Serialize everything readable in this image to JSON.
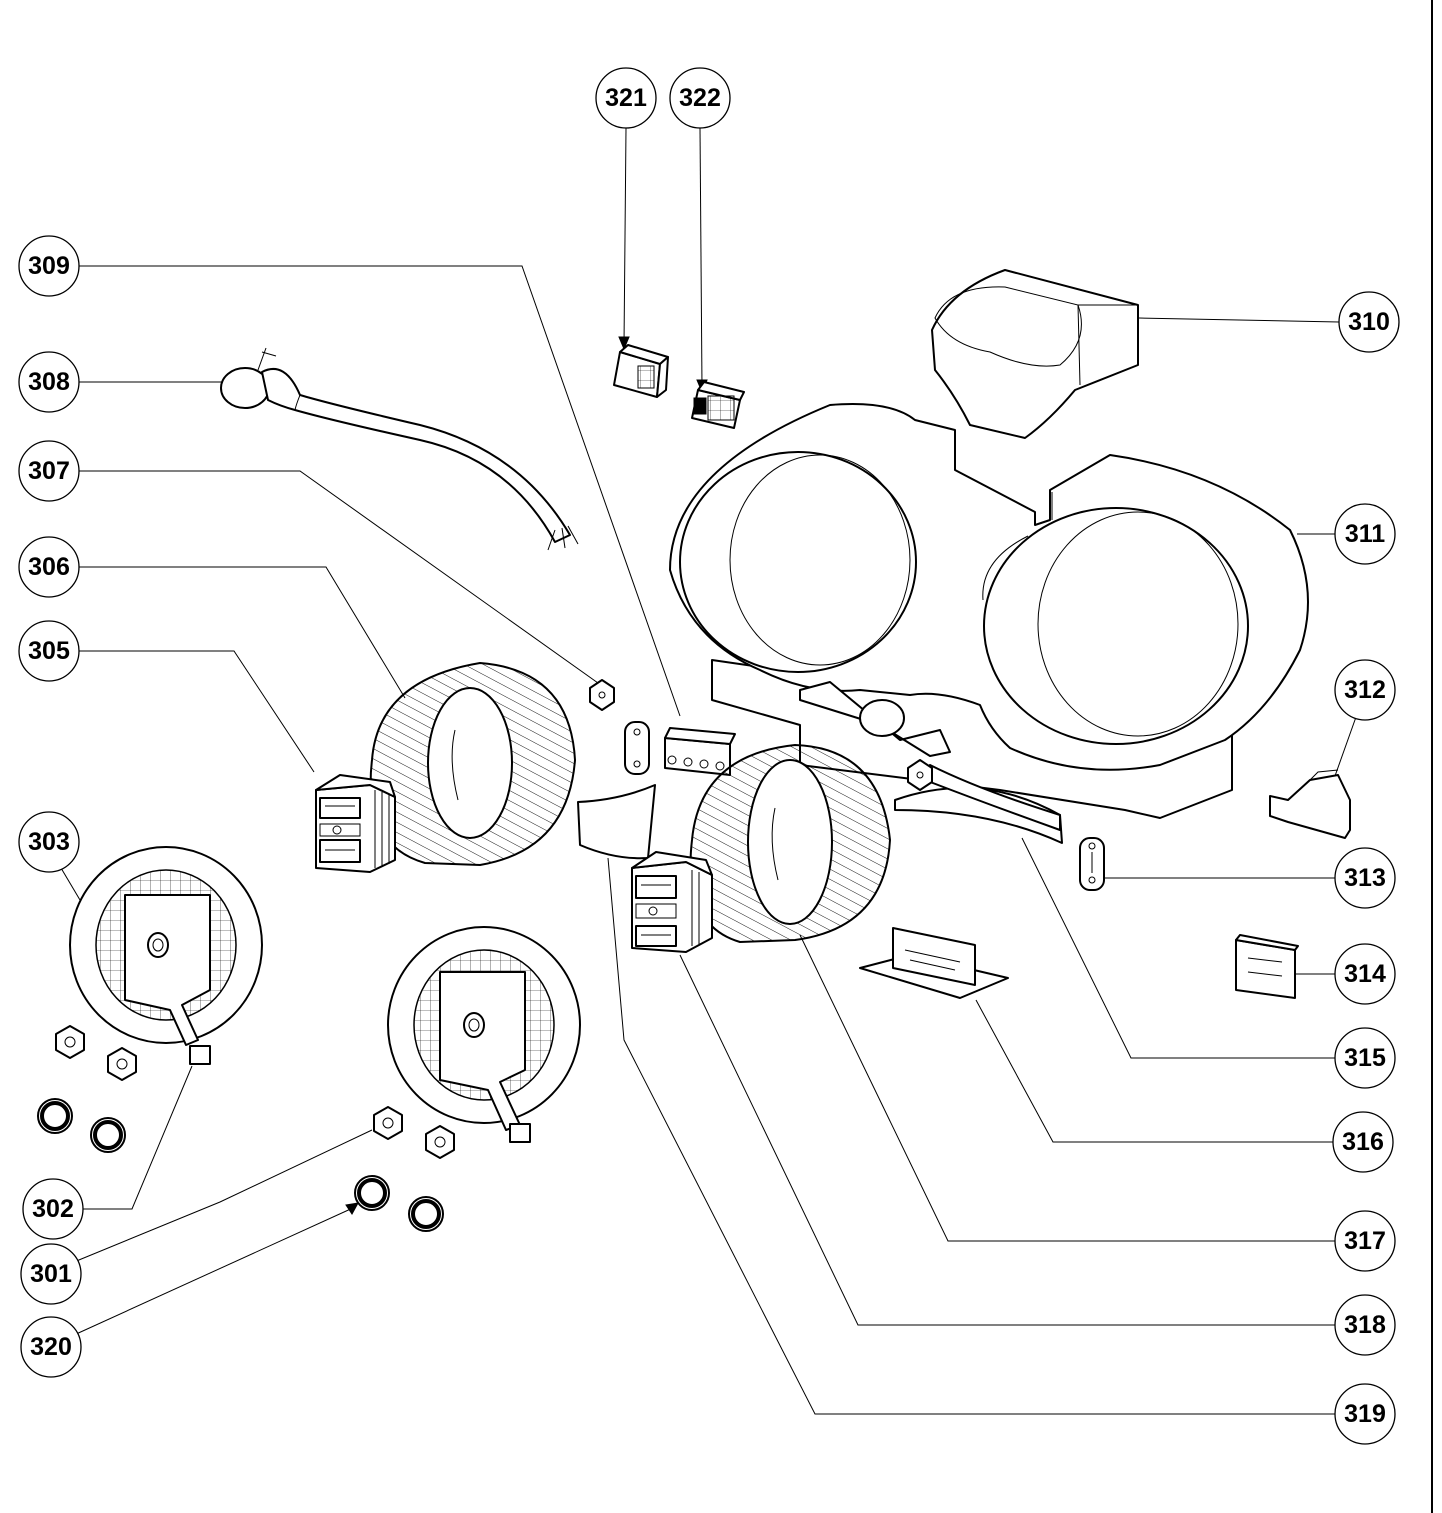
{
  "diagram": {
    "callouts": [
      {
        "id": "301",
        "label": "301"
      },
      {
        "id": "302",
        "label": "302"
      },
      {
        "id": "303",
        "label": "303"
      },
      {
        "id": "305",
        "label": "305"
      },
      {
        "id": "306",
        "label": "306"
      },
      {
        "id": "307",
        "label": "307"
      },
      {
        "id": "308",
        "label": "308"
      },
      {
        "id": "309",
        "label": "309"
      },
      {
        "id": "310",
        "label": "310"
      },
      {
        "id": "311",
        "label": "311"
      },
      {
        "id": "312",
        "label": "312"
      },
      {
        "id": "313",
        "label": "313"
      },
      {
        "id": "314",
        "label": "314"
      },
      {
        "id": "315",
        "label": "315"
      },
      {
        "id": "316",
        "label": "316"
      },
      {
        "id": "317",
        "label": "317"
      },
      {
        "id": "318",
        "label": "318"
      },
      {
        "id": "319",
        "label": "319"
      },
      {
        "id": "320",
        "label": "320"
      },
      {
        "id": "321",
        "label": "321"
      },
      {
        "id": "322",
        "label": "322"
      }
    ]
  }
}
